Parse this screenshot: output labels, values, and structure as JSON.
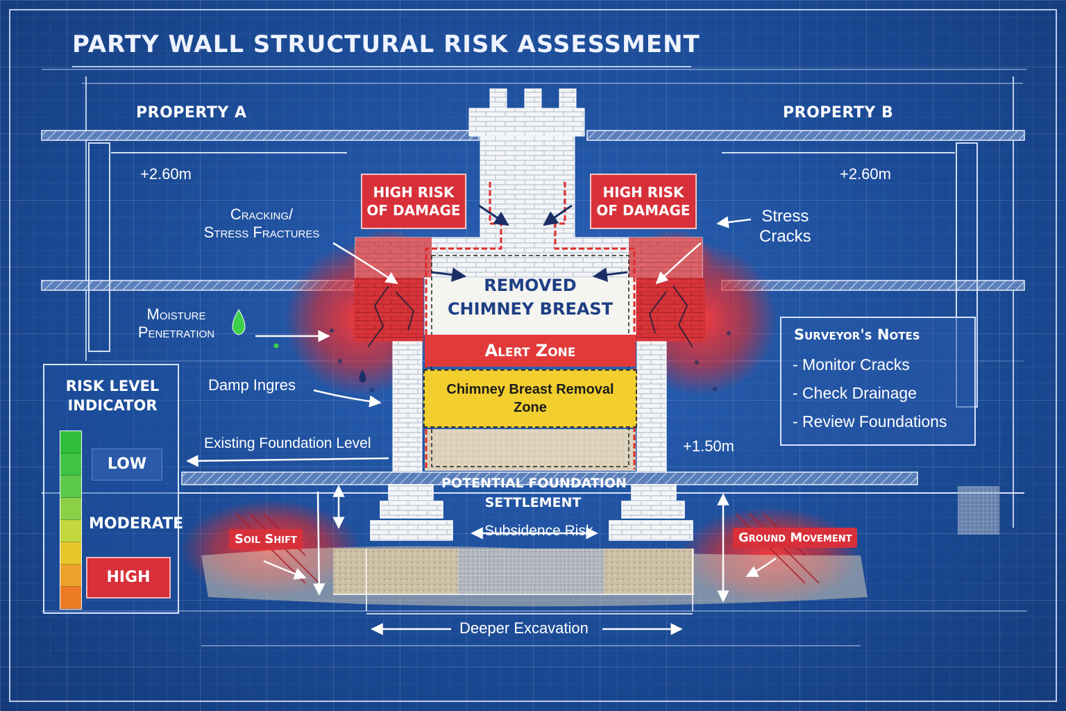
{
  "title": "PARTY WALL STRUCTURAL RISK ASSESSMENT",
  "properties": {
    "a": "PROPERTY A",
    "b": "PROPERTY B"
  },
  "dimensions": {
    "left_height": "+2.60m",
    "right_height": "+2.60m",
    "foundation": "+1.50m"
  },
  "warnings": {
    "left": [
      "HIGH RISK",
      "OF DAMAGE"
    ],
    "right": [
      "HIGH RISK",
      "OF DAMAGE"
    ]
  },
  "callouts": {
    "cracking": [
      "Cracking/",
      "Stress Fractures"
    ],
    "stress": [
      "Stress",
      "Cracks"
    ],
    "moisture": [
      "Moisture",
      "Penetration"
    ],
    "damp": "Damp Ingres",
    "existing_foundation": "Existing Foundation Level",
    "settlement": [
      "POTENTIAL FOUNDATION",
      "SETTLEMENT"
    ],
    "subsidence": "Subsidence Risk",
    "soil_shift": "Soil Shift",
    "ground_movement": "Ground Movement",
    "excavation": "Deeper Excavation"
  },
  "chimney": {
    "removed": [
      "REMOVED",
      "CHIMNEY BREAST"
    ],
    "alert_zone": "Alert Zone",
    "removal_zone": [
      "Chimney Breast Removal",
      "Zone"
    ]
  },
  "notes": {
    "title": "Surveyor's Notes",
    "items": [
      "- Monitor Cracks",
      "- Check Drainage",
      "- Review Foundations"
    ]
  },
  "risk_indicator": {
    "title": [
      "RISK LEVEL",
      "INDICATOR"
    ],
    "levels": [
      "LOW",
      "MODERATE",
      "HIGH"
    ],
    "scale_colors": [
      "#2fbf3a",
      "#3fc445",
      "#5cc94a",
      "#8cd047",
      "#c3d83c",
      "#e5c72c",
      "#eea12a",
      "#ec7a25"
    ]
  },
  "colors": {
    "blueprint": "#1c4d99",
    "risk_red": "#d8303a",
    "zone_yellow": "#f2cf2e",
    "brick": "#f2f2f2"
  }
}
